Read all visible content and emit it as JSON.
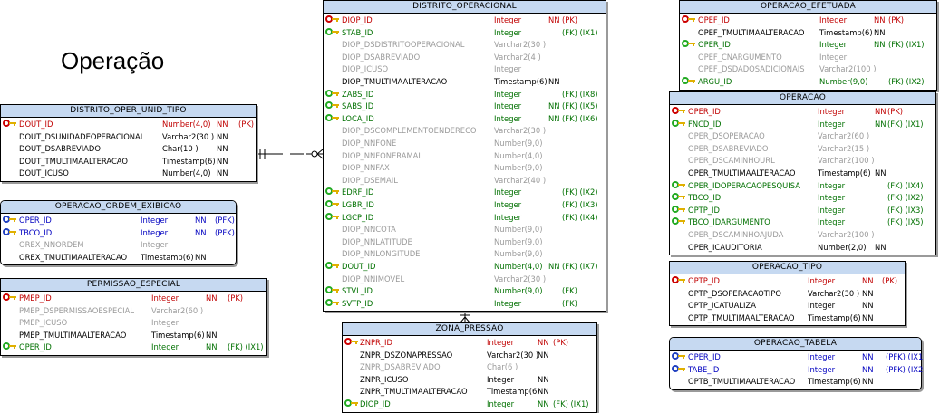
{
  "diagram_title": "Operação",
  "entities": {
    "distrito_oper_unid_tipo": {
      "name": "DISTRITO_OPER_UNID_TIPO",
      "rows": [
        {
          "name": "DOUT_ID",
          "type": "Number(4,0)",
          "null": "NN",
          "key": "(PK)",
          "kind": "pk"
        },
        {
          "name": "DOUT_DSUNIDADEOPERACIONAL",
          "type": "Varchar2(30 )",
          "null": "NN",
          "key": "",
          "kind": "plain"
        },
        {
          "name": "DOUT_DSABREVIADO",
          "type": "Char(10 )",
          "null": "NN",
          "key": "",
          "kind": "plain"
        },
        {
          "name": "DOUT_TMULTIMAALTERACAO",
          "type": "Timestamp(6)",
          "null": "NN",
          "key": "",
          "kind": "plain"
        },
        {
          "name": "DOUT_ICUSO",
          "type": "Number(4,0)",
          "null": "NN",
          "key": "",
          "kind": "plain"
        }
      ]
    },
    "operacao_ordem_exibicao": {
      "name": "OPERACAO_ORDEM_EXIBICAO",
      "rows": [
        {
          "name": "OPER_ID",
          "type": "Integer",
          "null": "NN",
          "key": "(PFK)",
          "kind": "pfk"
        },
        {
          "name": "TBCO_ID",
          "type": "Integer",
          "null": "NN",
          "key": "(PFK)",
          "kind": "pfk"
        },
        {
          "name": "OREX_NNORDEM",
          "type": "Integer",
          "null": "",
          "key": "",
          "kind": "opt"
        },
        {
          "name": "OREX_TMULTIMAALTERACAO",
          "type": "Timestamp(6)",
          "null": "NN",
          "key": "",
          "kind": "plain"
        }
      ]
    },
    "permissao_especial": {
      "name": "PERMISSAO_ESPECIAL",
      "rows": [
        {
          "name": "PMEP_ID",
          "type": "Integer",
          "null": "NN",
          "key": "(PK)",
          "kind": "pk"
        },
        {
          "name": "PMEP_DSPERMISSAOESPECIAL",
          "type": "Varchar2(60 )",
          "null": "",
          "key": "",
          "kind": "opt"
        },
        {
          "name": "PMEP_ICUSO",
          "type": "Integer",
          "null": "",
          "key": "",
          "kind": "opt"
        },
        {
          "name": "PMEP_TMULTIMAALTERACAO",
          "type": "Timestamp(6)",
          "null": "NN",
          "key": "",
          "kind": "plain"
        },
        {
          "name": "OPER_ID",
          "type": "Integer",
          "null": "NN",
          "key": "(FK)  (IX1)",
          "kind": "fk"
        }
      ]
    },
    "distrito_operacional": {
      "name": "DISTRITO_OPERACIONAL",
      "rows": [
        {
          "name": "DIOP_ID",
          "type": "Integer",
          "null": "NN",
          "key": "(PK)",
          "kind": "pk"
        },
        {
          "name": "STAB_ID",
          "type": "Integer",
          "null": "",
          "key": "(FK)  (IX1)",
          "kind": "fk"
        },
        {
          "name": "DIOP_DSDISTRITOOPERACIONAL",
          "type": "Varchar2(30 )",
          "null": "",
          "key": "",
          "kind": "opt"
        },
        {
          "name": "DIOP_DSABREVIADO",
          "type": "Varchar2(4 )",
          "null": "",
          "key": "",
          "kind": "opt"
        },
        {
          "name": "DIOP_ICUSO",
          "type": "Integer",
          "null": "",
          "key": "",
          "kind": "opt"
        },
        {
          "name": "DIOP_TMULTIMAALTERACAO",
          "type": "Timestamp(6)",
          "null": "NN",
          "key": "",
          "kind": "plain"
        },
        {
          "name": "ZABS_ID",
          "type": "Integer",
          "null": "",
          "key": "(FK)  (IX8)",
          "kind": "fk"
        },
        {
          "name": "SABS_ID",
          "type": "Integer",
          "null": "NN",
          "key": "(FK)  (IX5)",
          "kind": "fk"
        },
        {
          "name": "LOCA_ID",
          "type": "Integer",
          "null": "NN",
          "key": "(FK)  (IX6)",
          "kind": "fk"
        },
        {
          "name": "DIOP_DSCOMPLEMENTOENDERECO",
          "type": "Varchar2(30 )",
          "null": "",
          "key": "",
          "kind": "opt"
        },
        {
          "name": "DIOP_NNFONE",
          "type": "Number(9,0)",
          "null": "",
          "key": "",
          "kind": "opt"
        },
        {
          "name": "DIOP_NNFONERAMAL",
          "type": "Number(4,0)",
          "null": "",
          "key": "",
          "kind": "opt"
        },
        {
          "name": "DIOP_NNFAX",
          "type": "Number(9,0)",
          "null": "",
          "key": "",
          "kind": "opt"
        },
        {
          "name": "DIOP_DSEMAIL",
          "type": "Varchar2(40 )",
          "null": "",
          "key": "",
          "kind": "opt"
        },
        {
          "name": "EDRF_ID",
          "type": "Integer",
          "null": "",
          "key": "(FK)  (IX2)",
          "kind": "fk"
        },
        {
          "name": "LGBR_ID",
          "type": "Integer",
          "null": "",
          "key": "(FK)  (IX3)",
          "kind": "fk"
        },
        {
          "name": "LGCP_ID",
          "type": "Integer",
          "null": "",
          "key": "(FK)  (IX4)",
          "kind": "fk"
        },
        {
          "name": "DIOP_NNCOTA",
          "type": "Number(9,0)",
          "null": "",
          "key": "",
          "kind": "opt"
        },
        {
          "name": "DIOP_NNLATITUDE",
          "type": "Number(9,0)",
          "null": "",
          "key": "",
          "kind": "opt"
        },
        {
          "name": "DIOP_NNLONGITUDE",
          "type": "Number(9,0)",
          "null": "",
          "key": "",
          "kind": "opt"
        },
        {
          "name": "DOUT_ID",
          "type": "Number(4,0)",
          "null": "NN",
          "key": "(FK)  (IX7)",
          "kind": "fk"
        },
        {
          "name": "DIOP_NNIMOVEL",
          "type": "Varchar2(30 )",
          "null": "",
          "key": "",
          "kind": "opt"
        },
        {
          "name": "STVL_ID",
          "type": "Number(9,0)",
          "null": "",
          "key": "(FK)",
          "kind": "fk"
        },
        {
          "name": "SVTP_ID",
          "type": "Integer",
          "null": "",
          "key": "(FK)",
          "kind": "fk"
        }
      ]
    },
    "zona_pressao": {
      "name": "ZONA_PRESSAO",
      "rows": [
        {
          "name": "ZNPR_ID",
          "type": "Integer",
          "null": "NN",
          "key": "(PK)",
          "kind": "pk"
        },
        {
          "name": "ZNPR_DSZONAPRESSAO",
          "type": "Varchar2(30 )",
          "null": "NN",
          "key": "",
          "kind": "plain"
        },
        {
          "name": "ZNPR_DSABREVIADO",
          "type": "Char(6 )",
          "null": "",
          "key": "",
          "kind": "opt"
        },
        {
          "name": "ZNPR_ICUSO",
          "type": "Integer",
          "null": "NN",
          "key": "",
          "kind": "plain"
        },
        {
          "name": "ZNPR_TMULTIMAALTERACAO",
          "type": "Timestamp(6)",
          "null": "NN",
          "key": "",
          "kind": "plain"
        },
        {
          "name": "DIOP_ID",
          "type": "Integer",
          "null": "NN",
          "key": "(FK)  (IX1)",
          "kind": "fk"
        }
      ]
    },
    "operacao_efetuada": {
      "name": "OPERACAO_EFETUADA",
      "rows": [
        {
          "name": "OPEF_ID",
          "type": "Integer",
          "null": "NN",
          "key": "(PK)",
          "kind": "pk"
        },
        {
          "name": "OPEF_TMULTIMAALTERACAO",
          "type": "Timestamp(6)",
          "null": "NN",
          "key": "",
          "kind": "plain"
        },
        {
          "name": "OPER_ID",
          "type": "Integer",
          "null": "NN",
          "key": "(FK)  (IX1)",
          "kind": "fk"
        },
        {
          "name": "OPEF_CNARGUMENTO",
          "type": "Integer",
          "null": "",
          "key": "",
          "kind": "opt"
        },
        {
          "name": "OPEF_DSDADOSADICIONAIS",
          "type": "Varchar2(100 )",
          "null": "",
          "key": "",
          "kind": "opt"
        },
        {
          "name": "ARGU_ID",
          "type": "Number(9,0)",
          "null": "",
          "key": "(FK)  (IX2)",
          "kind": "fk"
        }
      ]
    },
    "operacao": {
      "name": "OPERACAO",
      "rows": [
        {
          "name": "OPER_ID",
          "type": "Integer",
          "null": "NN",
          "key": "(PK)",
          "kind": "pk"
        },
        {
          "name": "FNCD_ID",
          "type": "Integer",
          "null": "NN",
          "key": "(FK)  (IX1)",
          "kind": "fk"
        },
        {
          "name": "OPER_DSOPERACAO",
          "type": "Varchar2(60 )",
          "null": "",
          "key": "",
          "kind": "opt"
        },
        {
          "name": "OPER_DSABREVIADO",
          "type": "Varchar2(15 )",
          "null": "",
          "key": "",
          "kind": "opt"
        },
        {
          "name": "OPER_DSCAMINHOURL",
          "type": "Varchar2(100 )",
          "null": "",
          "key": "",
          "kind": "opt"
        },
        {
          "name": "OPER_TMULTIMAALTERACAO",
          "type": "Timestamp(6)",
          "null": "NN",
          "key": "",
          "kind": "plain"
        },
        {
          "name": "OPER_IDOPERACAOPESQUISA",
          "type": "Integer",
          "null": "",
          "key": "(FK)  (IX4)",
          "kind": "fk"
        },
        {
          "name": "TBCO_ID",
          "type": "Integer",
          "null": "",
          "key": "(FK)  (IX2)",
          "kind": "fk"
        },
        {
          "name": "OPTP_ID",
          "type": "Integer",
          "null": "",
          "key": "(FK)  (IX3)",
          "kind": "fk"
        },
        {
          "name": "TBCO_IDARGUMENTO",
          "type": "Integer",
          "null": "",
          "key": "(FK)  (IX5)",
          "kind": "fk"
        },
        {
          "name": "OPER_DSCAMINHOAJUDA",
          "type": "Varchar2(100 )",
          "null": "",
          "key": "",
          "kind": "opt"
        },
        {
          "name": "OPER_ICAUDITORIA",
          "type": "Number(2,0)",
          "null": "NN",
          "key": "",
          "kind": "plain"
        }
      ]
    },
    "operacao_tipo": {
      "name": "OPERACAO_TIPO",
      "rows": [
        {
          "name": "OPTP_ID",
          "type": "Integer",
          "null": "NN",
          "key": "(PK)",
          "kind": "pk"
        },
        {
          "name": "OPTP_DSOPERACAOTIPO",
          "type": "Varchar2(30 )",
          "null": "NN",
          "key": "",
          "kind": "plain"
        },
        {
          "name": "OPTP_ICATUALIZA",
          "type": "Integer",
          "null": "NN",
          "key": "",
          "kind": "plain"
        },
        {
          "name": "OPTP_TMULTIMAALTERACAO",
          "type": "Timestamp(6)",
          "null": "NN",
          "key": "",
          "kind": "plain"
        }
      ]
    },
    "operacao_tabela": {
      "name": "OPERACAO_TABELA",
      "rows": [
        {
          "name": "OPER_ID",
          "type": "Integer",
          "null": "NN",
          "key": "(PFK)  (IX1",
          "kind": "pfk"
        },
        {
          "name": "TABE_ID",
          "type": "Integer",
          "null": "NN",
          "key": "(PFK)  (IX2",
          "kind": "pfk"
        },
        {
          "name": "OPTB_TMULTIMAALTERACAO",
          "type": "Timestamp(6)",
          "null": "NN",
          "key": "",
          "kind": "plain"
        }
      ]
    }
  },
  "colors": {
    "header_fill": "#c6d9f1",
    "pk": "#c00000",
    "fk": "#007000",
    "pfk": "#0000c0",
    "optional": "#9a9a9a",
    "key_icon_gold": "#e0b000",
    "key_icon_red": "#cc0000",
    "key_icon_green": "#22aa22",
    "key_icon_blue": "#2040c0"
  }
}
